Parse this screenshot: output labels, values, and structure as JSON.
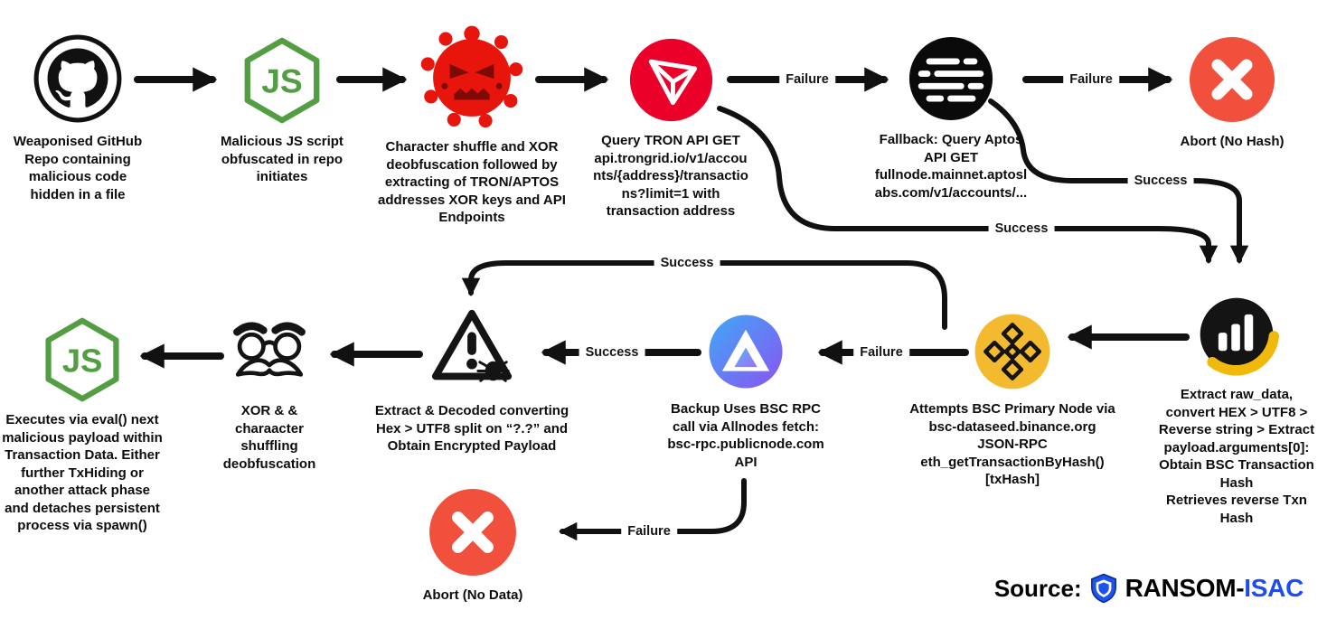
{
  "nodes": {
    "github": {
      "label": "Weaponised GitHub\nRepo containing\nmalicious code\nhidden in a file"
    },
    "js_top": {
      "label": "Malicious JS script\nobfuscated in repo\ninitiates"
    },
    "virus": {
      "label": "Character shuffle and XOR\ndeobfuscation followed by\nextracting of TRON/APTOS\naddresses XOR keys and API\nEndpoints"
    },
    "tron": {
      "label": "Query TRON API GET\napi.trongrid.io/v1/accou\nnts/{address}/transactio\nns?limit=1 with\ntransaction address"
    },
    "aptos": {
      "label": "Fallback: Query Aptos\nAPI GET\nfullnode.mainnet.aptosl\nabs.com/v1/accounts/..."
    },
    "abort_hash": {
      "label": "Abort (No Hash)"
    },
    "extract_raw": {
      "label": "Extract raw_data,\nconvert HEX > UTF8 >\nReverse string > Extract\npayload.arguments[0]:\nObtain BSC Transaction\nHash\nRetrieves reverse Txn\nHash"
    },
    "binance": {
      "label": "Attempts BSC Primary Node via\nbsc-dataseed.binance.org\nJSON-RPC\neth_getTransactionByHash()\n[txHash]"
    },
    "allnodes": {
      "label": "Backup Uses BSC RPC\ncall via Allnodes fetch:\nbsc-rpc.publicnode.com\nAPI"
    },
    "warning": {
      "label": "Extract & Decoded converting\nHex > UTF8 split on “?.?” and\nObtain Encrypted Payload"
    },
    "disguise": {
      "label": "XOR & &\ncharaacter\nshuffling\ndeobfuscation"
    },
    "js_bottom": {
      "label": "Executes via eval() next\nmalicious payload within\nTransaction Data. Either\nfurther TxHiding or\nanother attack phase\nand detaches persistent\nprocess via spawn()"
    },
    "abort_data": {
      "label": "Abort (No Data)"
    }
  },
  "edge_labels": {
    "tron_aptos": "Failure",
    "aptos_abort": "Failure",
    "tron_extract": "Success",
    "aptos_extract": "Success",
    "binance_warning": "Success",
    "binance_allnodes": "Failure",
    "allnodes_warning": "Success",
    "allnodes_abort": "Failure"
  },
  "source": {
    "prefix": "Source:",
    "brand_primary": "RANSOM-",
    "brand_accent": "ISAC"
  },
  "colors": {
    "node_js_green": "#539E43",
    "virus_red": "#e8150d",
    "tron_red": "#eb0029",
    "aptos_black": "#0a0a0a",
    "abort_red": "#f0503c",
    "binance_yellow": "#F3BA2F",
    "allnodes_blue": "#3FA9F5",
    "allnodes_purple": "#8A53F4",
    "chart_gold": "#F0B90B",
    "isac_blue": "#1d4cf2",
    "arrow_black": "#111111"
  }
}
